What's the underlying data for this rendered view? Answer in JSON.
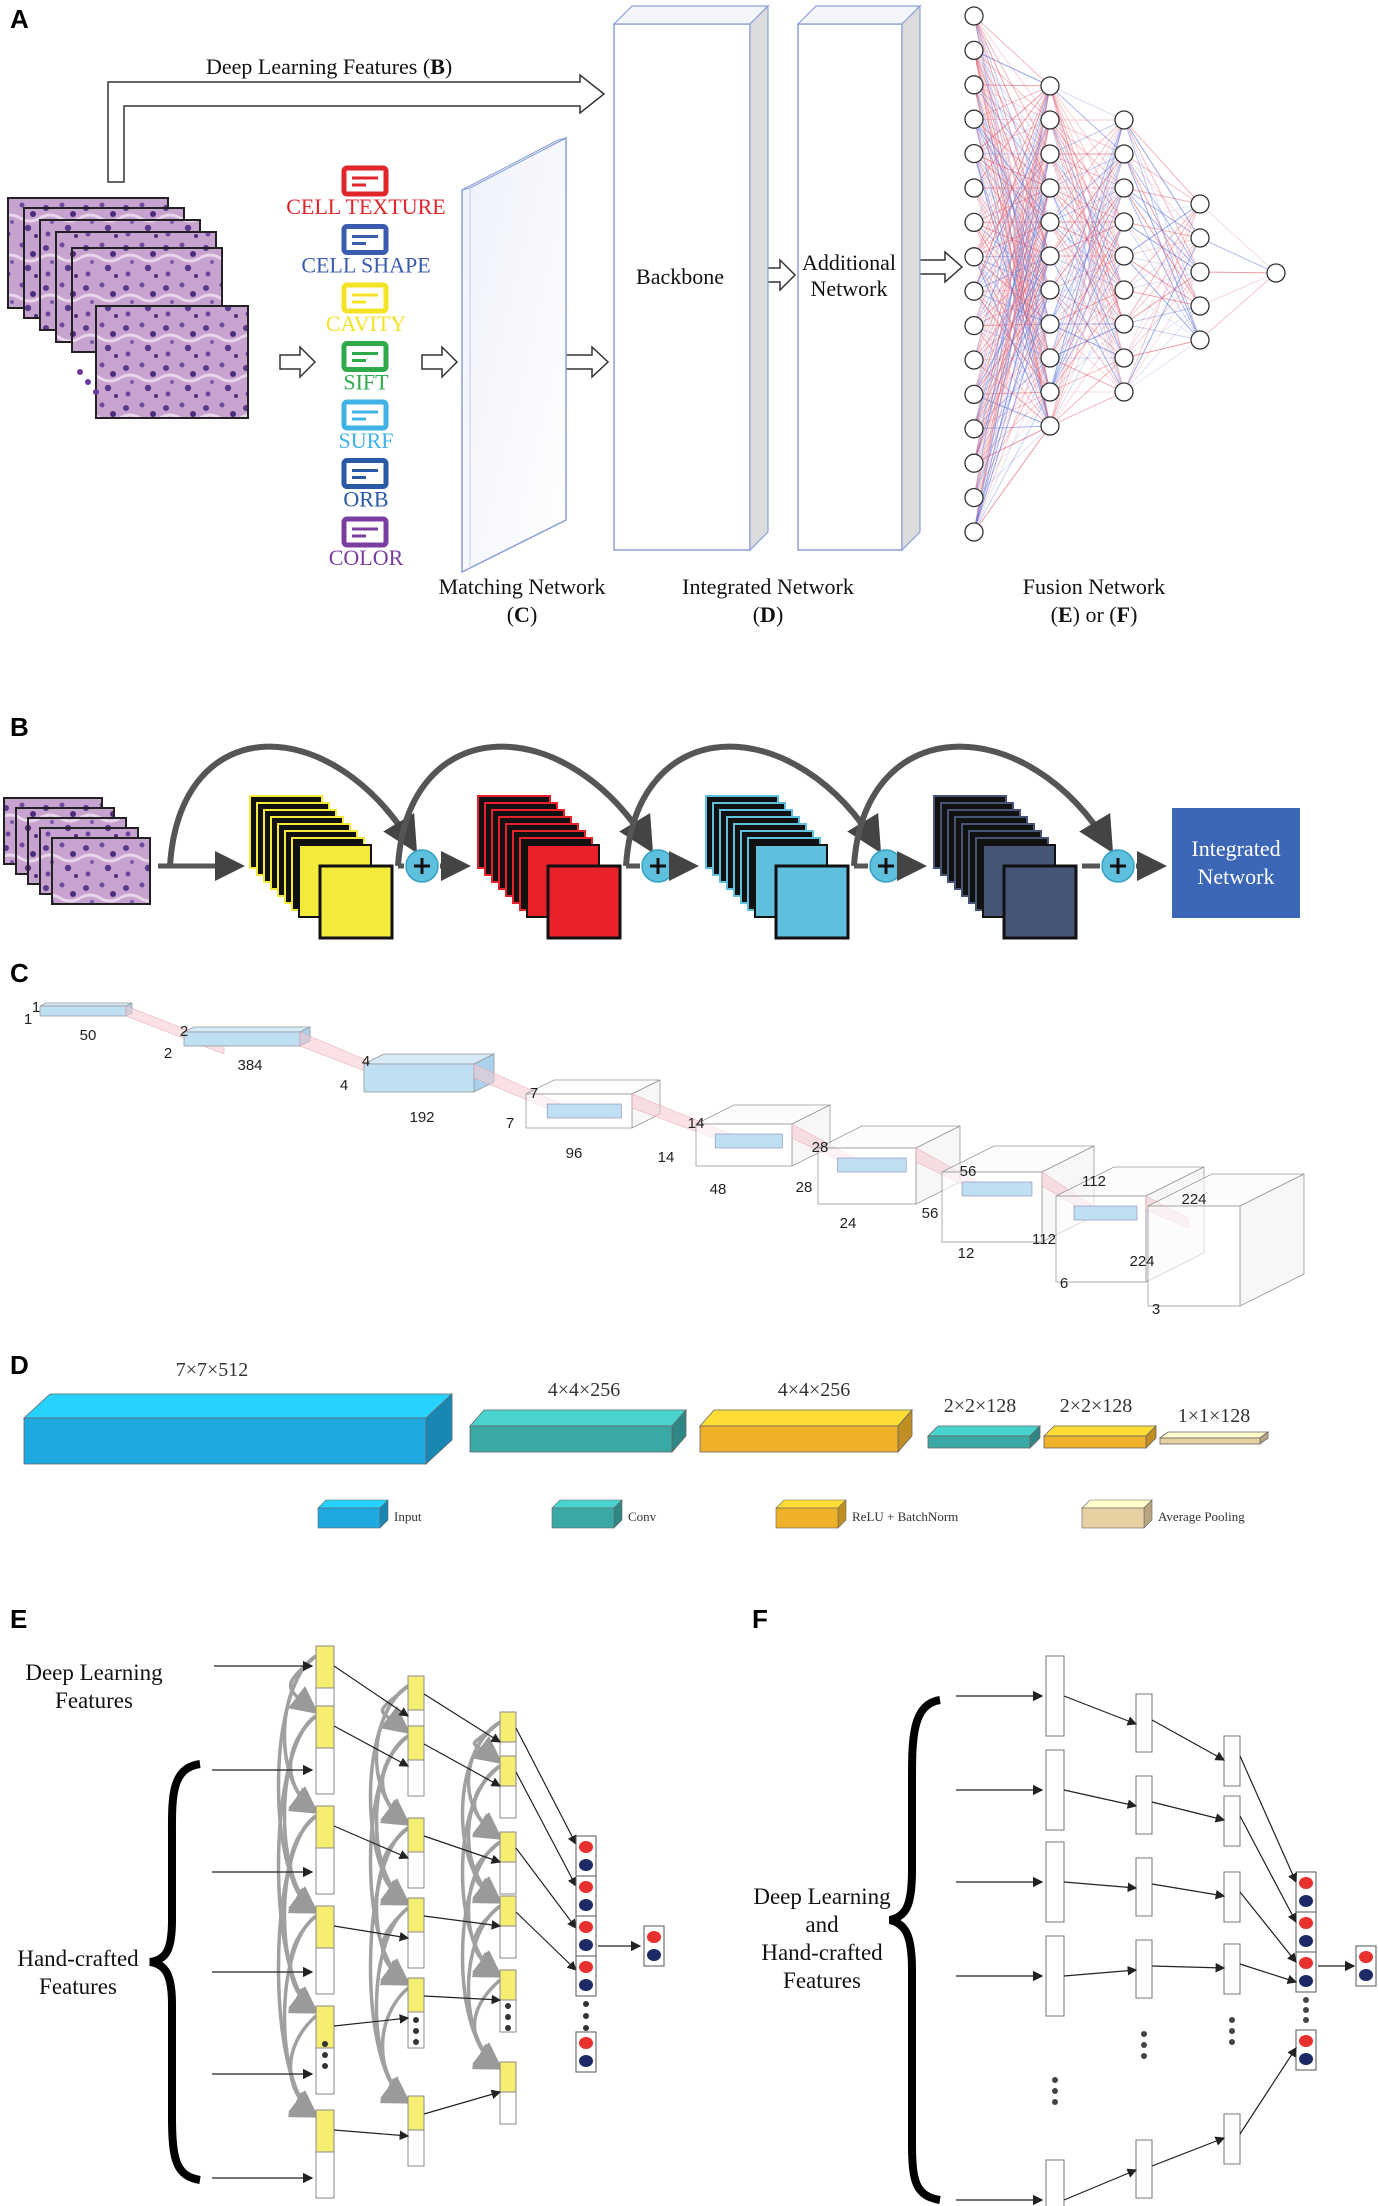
{
  "panels": {
    "A": {
      "label": "A",
      "deep_learning_features": "Deep Learning Features",
      "deep_learning_features_ref": "B",
      "features": [
        {
          "name": "CELL TEXTURE",
          "color": "#e0262b"
        },
        {
          "name": "CELL SHAPE",
          "color": "#3a5cb0"
        },
        {
          "name": "CAVITY",
          "color": "#f3e324"
        },
        {
          "name": "SIFT",
          "color": "#2eaa4a"
        },
        {
          "name": "SURF",
          "color": "#3fb2e6"
        },
        {
          "name": "ORB",
          "color": "#2a5aa6"
        },
        {
          "name": "COLOR",
          "color": "#7a3ea0"
        }
      ],
      "backbone": "Backbone",
      "additional_network_line1": "Additional",
      "additional_network_line2": "Network",
      "matching_network": "Matching Network",
      "matching_network_ref": "C",
      "integrated_network": "Integrated Network",
      "integrated_network_ref": "D",
      "fusion_network": "Fusion Network",
      "fusion_network_ref_e": "E",
      "fusion_network_or": "or",
      "fusion_network_ref_f": "F",
      "fusion_layers": [
        16,
        11,
        9,
        5,
        1
      ]
    },
    "B": {
      "label": "B",
      "block_colors": [
        "#f4ea3a",
        "#e8212b",
        "#5fc0dd",
        "#465576"
      ],
      "integrated_network_line1": "Integrated",
      "integrated_network_line2": "Network",
      "output_color": "#3c66b6"
    },
    "C": {
      "label": "C",
      "dims": [
        "1",
        "1",
        "50",
        "2",
        "2",
        "384",
        "4",
        "4",
        "192",
        "7",
        "7",
        "96",
        "14",
        "14",
        "48",
        "28",
        "28",
        "24",
        "56",
        "56",
        "12",
        "112",
        "112",
        "6",
        "224",
        "224",
        "3"
      ]
    },
    "D": {
      "label": "D",
      "blocks": [
        {
          "label": "7×7×512",
          "kind": "Input"
        },
        {
          "label": "4×4×256",
          "kind": "Conv"
        },
        {
          "label": "4×4×256",
          "kind": "ReLU + BatchNorm"
        },
        {
          "label": "2×2×128",
          "kind": "Conv"
        },
        {
          "label": "2×2×128",
          "kind": "ReLU + BatchNorm"
        },
        {
          "label": "1×1×128",
          "kind": "Average Pooling"
        }
      ],
      "legend": [
        {
          "name": "Input",
          "color": "#1ea9e1"
        },
        {
          "name": "Conv",
          "color": "#3aa9a5"
        },
        {
          "name": "ReLU + BatchNorm",
          "color": "#f0b12a"
        },
        {
          "name": "Average Pooling",
          "color": "#e6d0a2"
        }
      ]
    },
    "E": {
      "label": "E",
      "deep_learning_line1": "Deep Learning",
      "deep_learning_line2": "Features",
      "handcrafted_line1": "Hand-crafted",
      "handcrafted_line2": "Features"
    },
    "F": {
      "label": "F",
      "line1": "Deep Learning",
      "line2": "and",
      "line3": "Hand-crafted",
      "line4": "Features"
    }
  }
}
